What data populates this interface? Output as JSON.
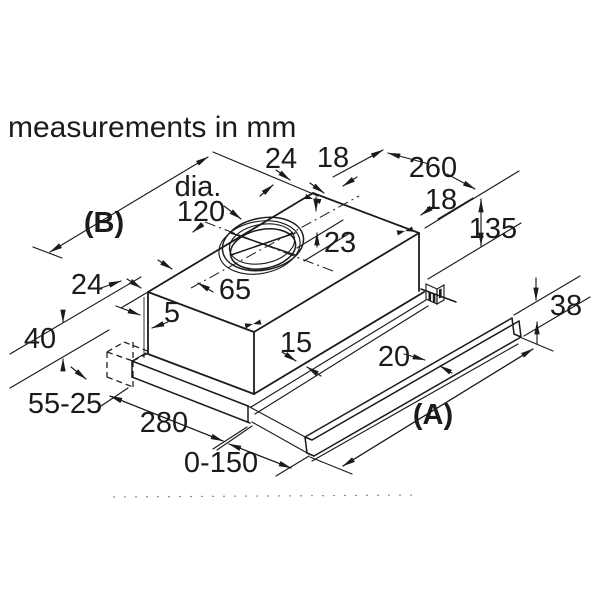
{
  "title": "measurements in mm",
  "labels": {
    "part_a": "(A)",
    "part_b": "(B)",
    "dia_prefix": "dia."
  },
  "dimensions": {
    "duct_diameter": "120",
    "top_offset_a": "24",
    "top_offset_b": "18",
    "body_depth": "260",
    "right_offset": "18",
    "body_height": "135",
    "collar_depth": "23",
    "left_offset": "24",
    "duct_center_offset": "65",
    "rear_gap": "5",
    "rear_panel_height": "40",
    "wall_clearance_range": "55-25",
    "base_depth": "280",
    "pullout_extension": "0-150",
    "rail_width": "15",
    "handle_depth": "20",
    "handle_height": "38"
  }
}
